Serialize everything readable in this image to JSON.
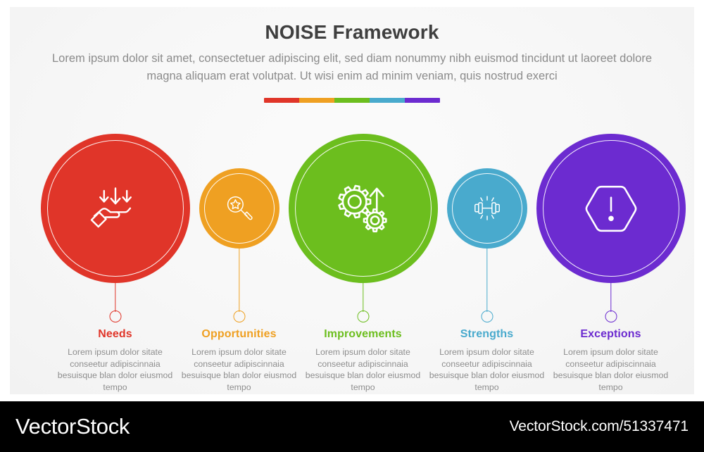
{
  "header": {
    "title": "NOISE Framework",
    "subtitle": "Lorem ipsum dolor sit amet, consectetuer adipiscing elit, sed diam nonummy nibh euismod tincidunt ut laoreet dolore magna aliquam erat volutpat. Ut wisi enim ad minim veniam, quis nostrud exerci"
  },
  "divider_colors": [
    "#e03529",
    "#efa022",
    "#6cbe1e",
    "#49aacd",
    "#6c2bd0"
  ],
  "items": [
    {
      "label": "Needs",
      "body": "Lorem ipsum dolor sitate conseetur adipiscinnaia besuisque blan dolor eiusmod tempo",
      "color": "#e03529",
      "size": "big",
      "icon": "hand-receiving-down-arrows-icon"
    },
    {
      "label": "Opportunities",
      "body": "Lorem ipsum dolor sitate conseetur adipiscinnaia besuisque blan dolor eiusmod tempo",
      "color": "#efa022",
      "size": "small",
      "icon": "magnifier-star-icon"
    },
    {
      "label": "Improvements",
      "body": "Lorem ipsum dolor sitate conseetur adipiscinnaia besuisque blan dolor eiusmod tempo",
      "color": "#6cbe1e",
      "size": "big",
      "icon": "gears-up-arrow-icon"
    },
    {
      "label": "Strengths",
      "body": "Lorem ipsum dolor sitate conseetur adipiscinnaia besuisque blan dolor eiusmod tempo",
      "color": "#49aacd",
      "size": "small",
      "icon": "dumbbell-icon"
    },
    {
      "label": "Exceptions",
      "body": "Lorem ipsum dolor sitate conseetur adipiscinnaia besuisque blan dolor eiusmod tempo",
      "color": "#6c2bd0",
      "size": "big",
      "icon": "hexagon-exclamation-icon"
    }
  ],
  "footer": {
    "brand": "VectorStock",
    "url": "VectorStock.com/51337471"
  }
}
